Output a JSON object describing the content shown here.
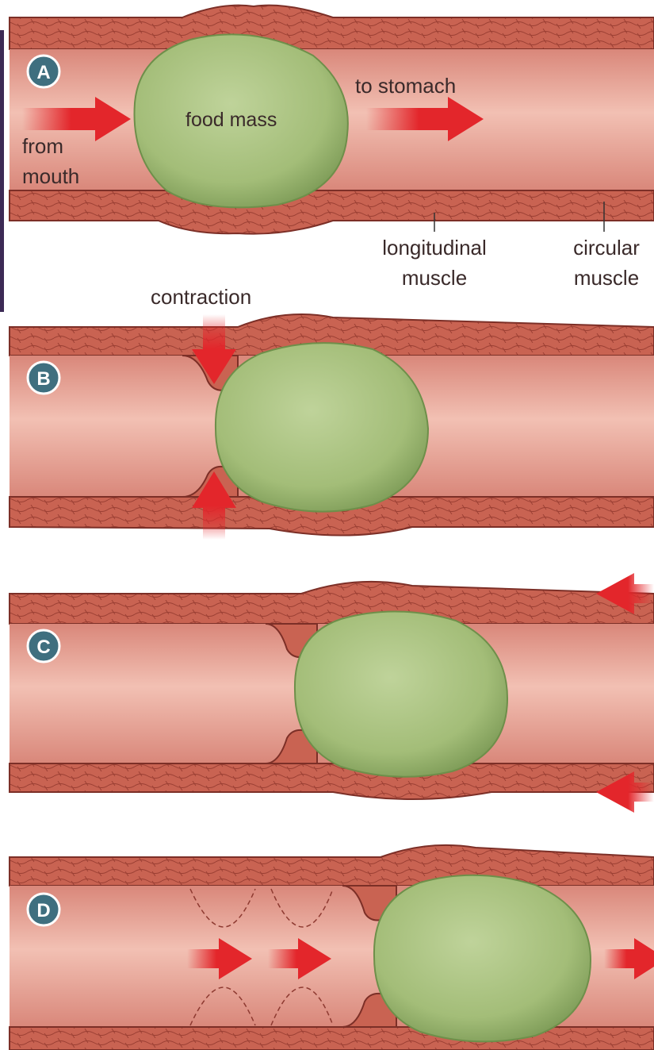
{
  "panels": [
    {
      "letter": "A"
    },
    {
      "letter": "B"
    },
    {
      "letter": "C"
    },
    {
      "letter": "D"
    }
  ],
  "labels": {
    "food_mass": "food mass",
    "to_stomach": "to stomach",
    "from_mouth_1": "from",
    "from_mouth_2": "mouth",
    "longitudinal_1": "longitudinal",
    "longitudinal_2": "muscle",
    "circular_1": "circular",
    "circular_2": "muscle",
    "contraction": "contraction"
  },
  "colors": {
    "lumen": "#e49a8c",
    "lumen_light": "#f0b9ab",
    "wall": "#c75d4e",
    "wall_dark": "#8e3a31",
    "food": "#a9c17f",
    "food_dark": "#6e8f4a",
    "arrow": "#e3262b",
    "badge": "#3f6f7f",
    "text": "#3a2a2a"
  }
}
